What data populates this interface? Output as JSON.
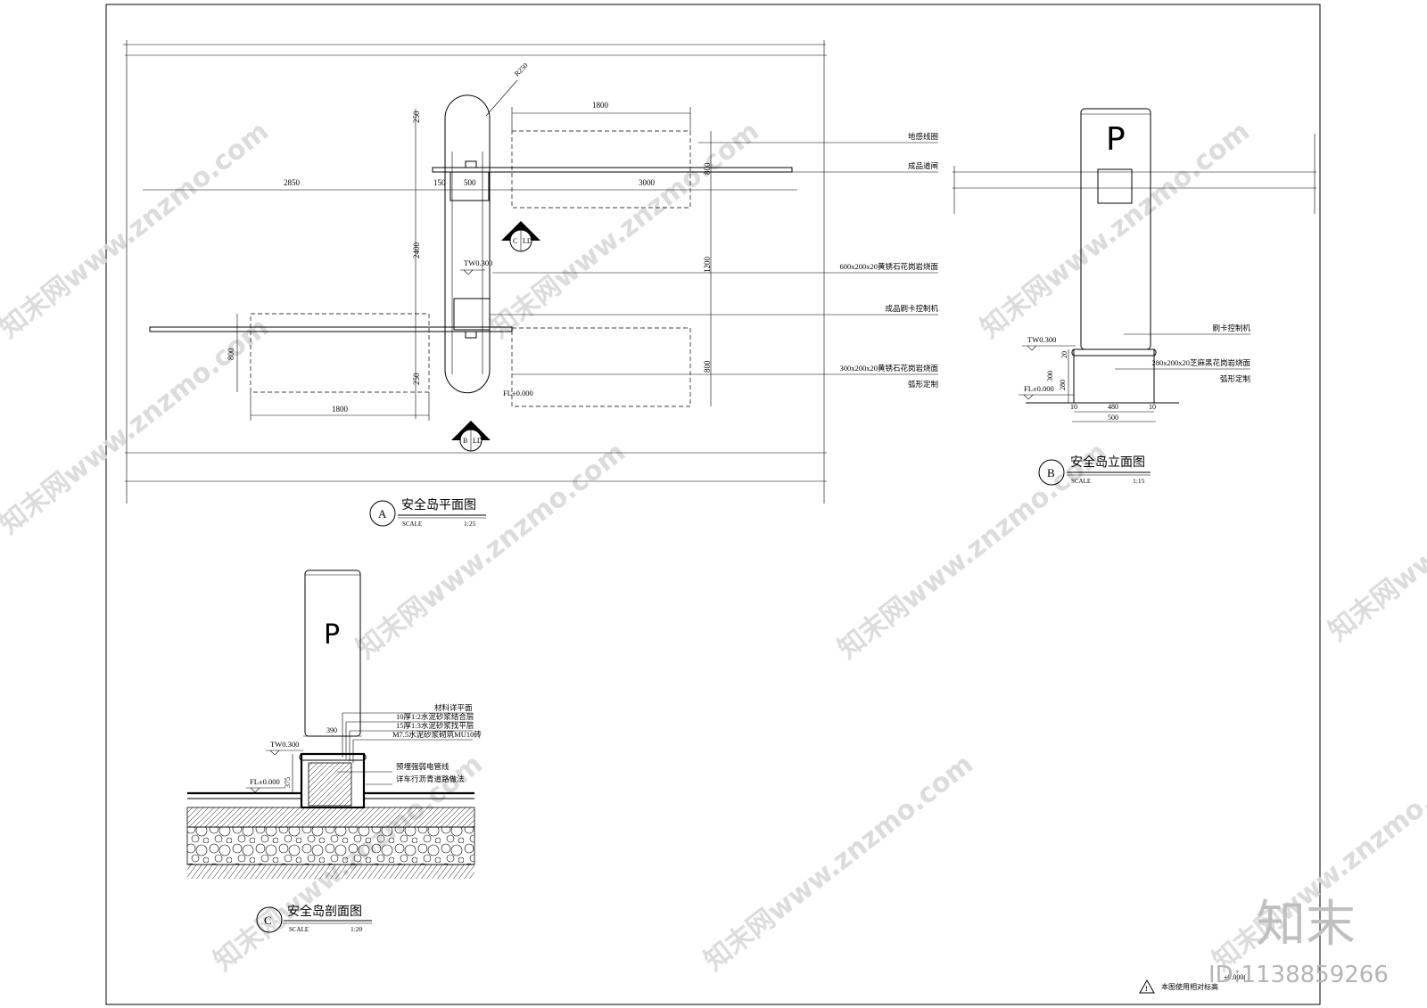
{
  "plan": {
    "title": "安全岛平面图",
    "mark": "A",
    "scale_label": "SCALE",
    "scale": "1:25",
    "dims": {
      "r250": "R250",
      "d1800_top": "1800",
      "d250_top": "250",
      "d2850": "2850",
      "d150": "150",
      "d500": "500",
      "d3000": "3000",
      "d800_right": "800",
      "d2400": "2400",
      "d1200": "1200",
      "d800_left": "800",
      "d250_bottom": "250",
      "d800_right2": "800",
      "d1800_bottom": "1800"
    },
    "levels": {
      "tw": "TW0.300",
      "fl": "FL±0.000"
    },
    "section_c": {
      "letter": "C",
      "ref": "LD"
    },
    "section_b": {
      "letter": "B",
      "ref": "LD"
    },
    "notes": [
      "地感线圈",
      "成品道闸",
      "600x200x20黄锈石花岗岩烧面",
      "成品刷卡控制机",
      "300x200x20黄锈石花岗岩烧面",
      "弧形定制"
    ]
  },
  "elevation": {
    "title": "安全岛立面图",
    "mark": "B",
    "scale_label": "SCALE",
    "scale": "1:15",
    "sign": "P",
    "levels": {
      "tw": "TW0.300",
      "fl": "FL±0.000"
    },
    "dims": {
      "d20": "20",
      "d300": "300",
      "d280": "280",
      "d10a": "10",
      "d480": "480",
      "d10b": "10",
      "d500": "500"
    },
    "notes": [
      "刷卡控制机",
      "280x200x20芝麻黑花岗岩烧面",
      "弧形定制"
    ]
  },
  "section": {
    "title": "安全岛剖面图",
    "mark": "C",
    "scale_label": "SCALE",
    "scale": "1:20",
    "sign": "P",
    "levels": {
      "tw": "TW0.300",
      "fl": "FL±0.000"
    },
    "dims": {
      "d390": "390",
      "d375": "375"
    },
    "notes": [
      "材料详平面",
      "10厚1:2水泥砂浆结合层",
      "15厚1:3水泥砂浆找平层",
      "M7.5水泥砂浆砌筑MU10砖",
      "预埋强弱电管线",
      "详车行沥青道路做法"
    ]
  },
  "footer": {
    "note_prefix": "本图使用相对标高",
    "note_suffix": "±0.000(   )"
  },
  "watermark": {
    "text": "知末网www.znzmo.com",
    "brand": "知末",
    "id": "ID:1138859266"
  }
}
